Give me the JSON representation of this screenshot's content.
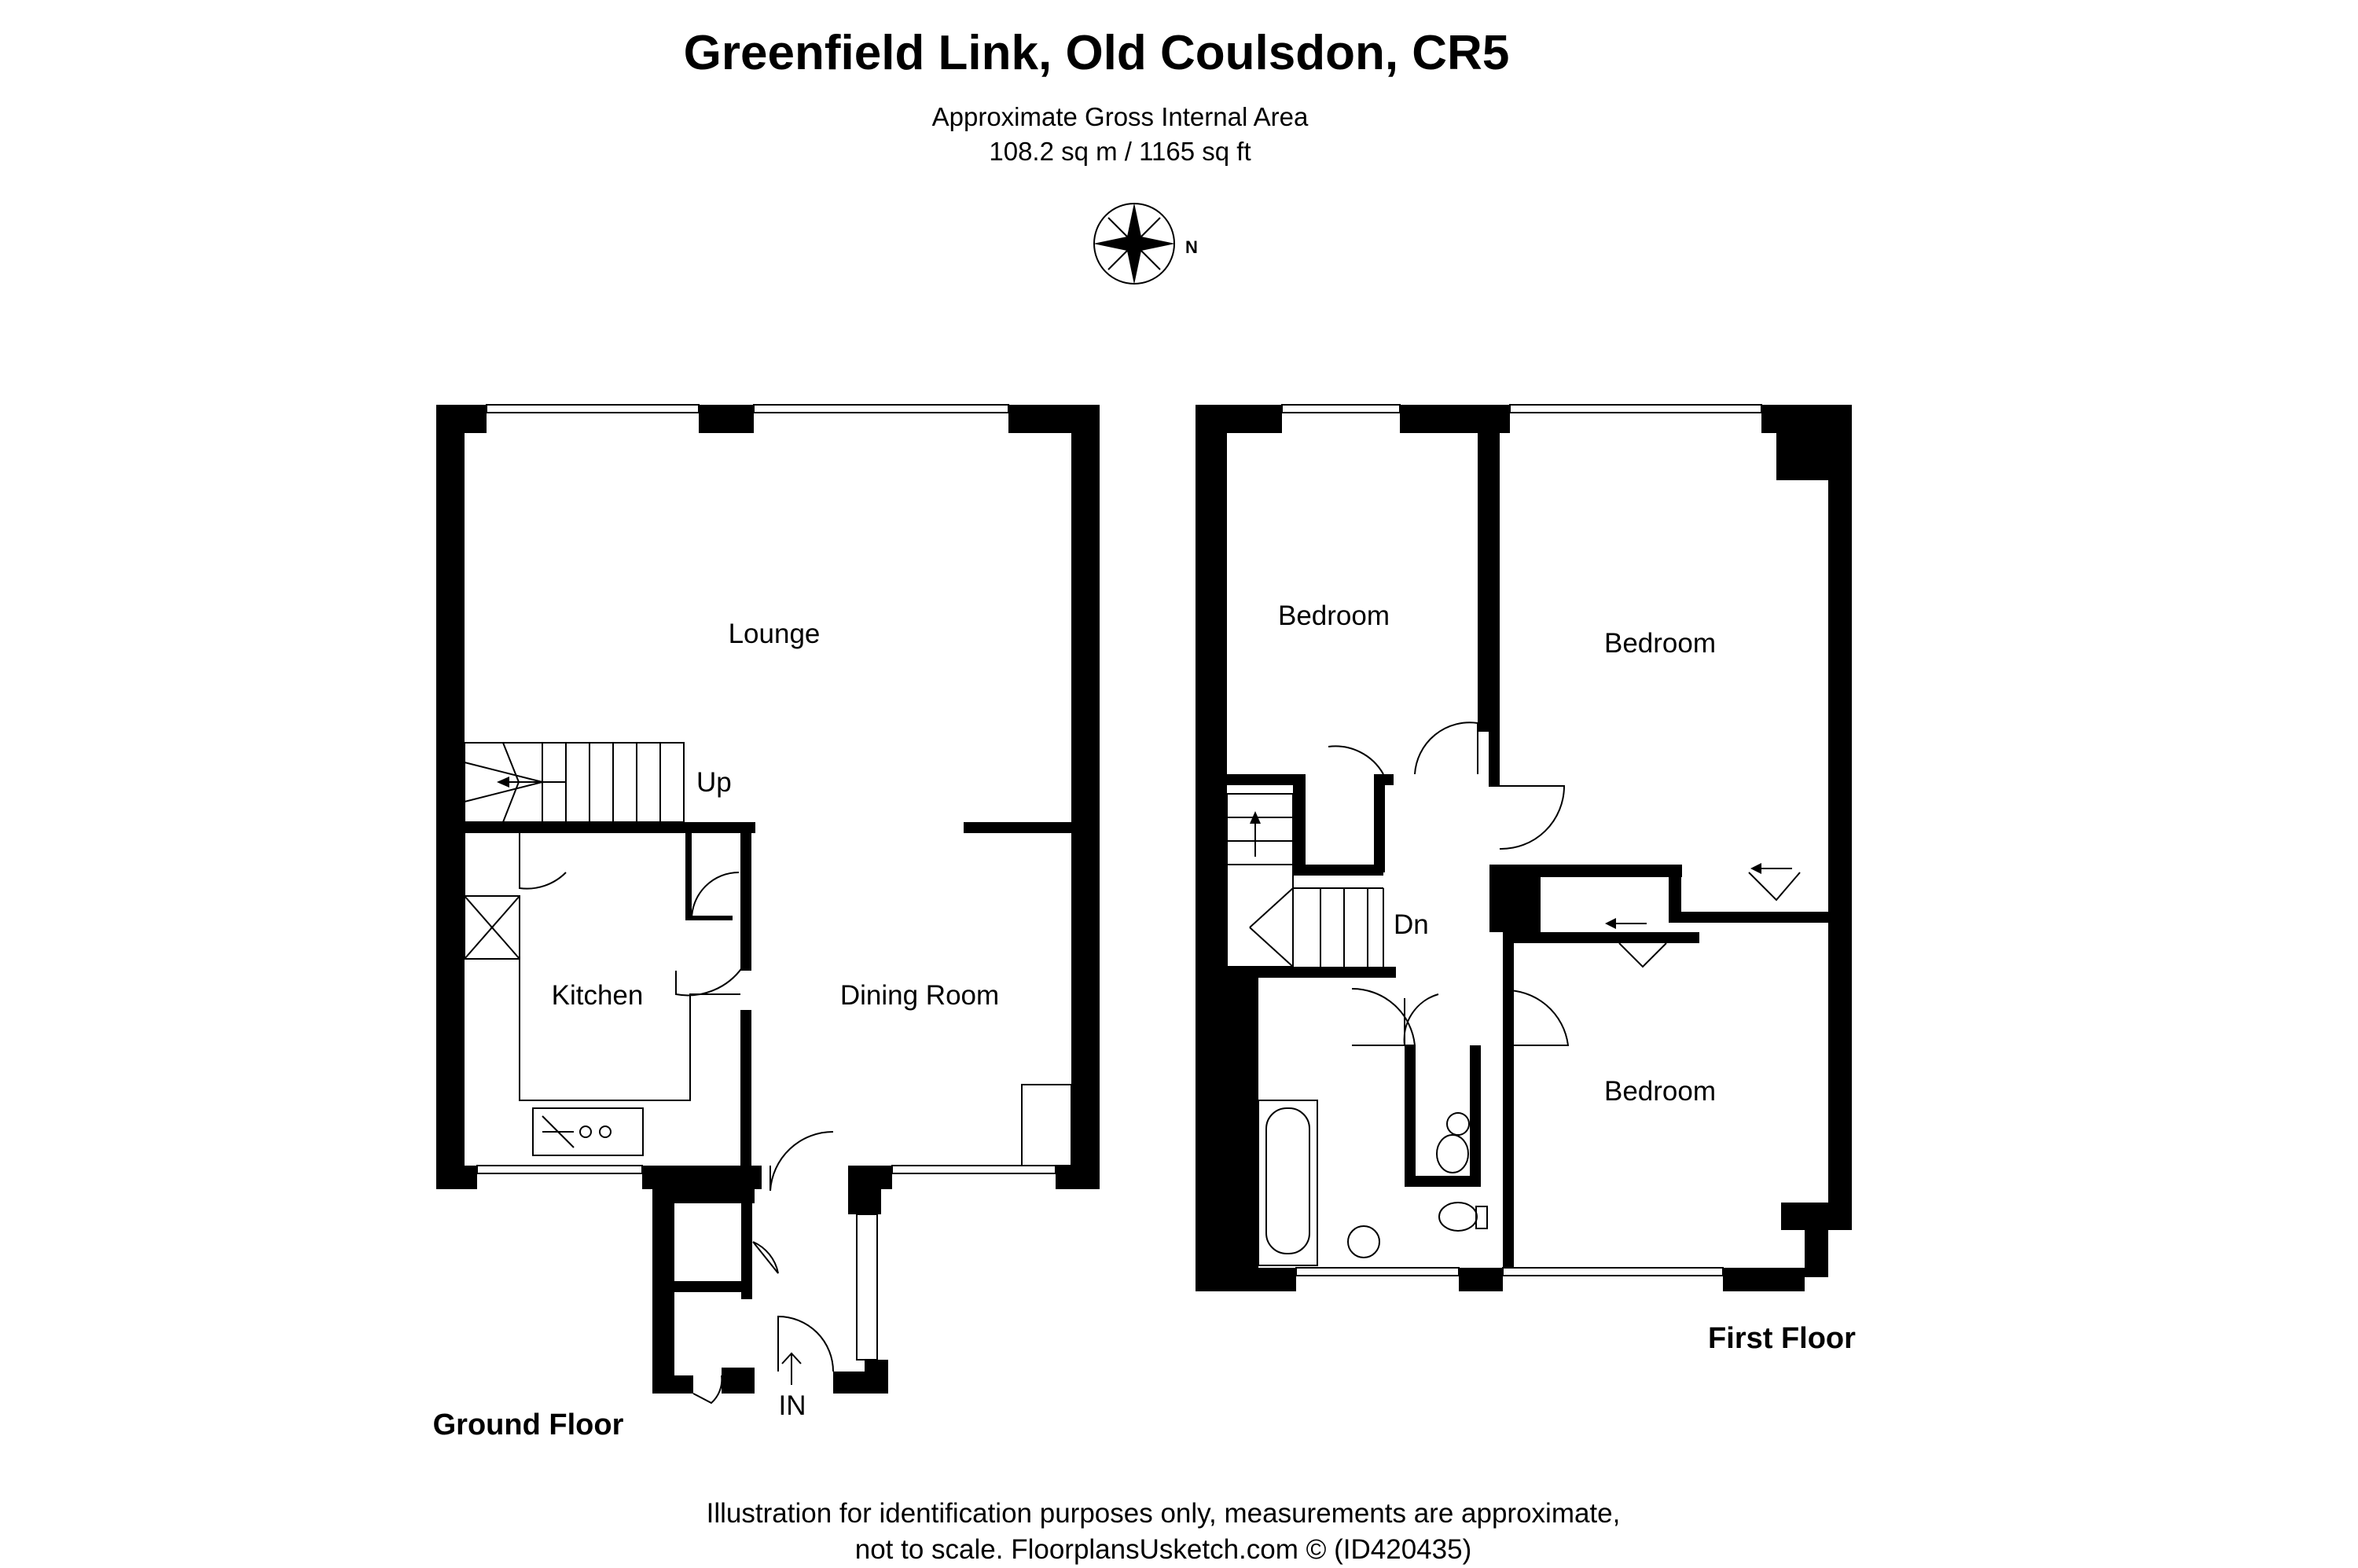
{
  "header": {
    "title": "Greenfield Link, Old Coulsdon, CR5",
    "area_label": "Approximate Gross Internal Area",
    "area_value": "108.2 sq m / 1165 sq ft"
  },
  "compass": {
    "label": "N",
    "icon": "compass-rose-icon"
  },
  "ground_floor": {
    "label": "Ground Floor",
    "rooms": {
      "lounge": "Lounge",
      "kitchen": "Kitchen",
      "dining": "Dining Room"
    },
    "stairs_label": "Up",
    "entrance_label": "IN"
  },
  "first_floor": {
    "label": "First Floor",
    "rooms": {
      "bedroom_1": "Bedroom",
      "bedroom_2": "Bedroom",
      "bedroom_3": "Bedroom"
    },
    "stairs_label": "Dn"
  },
  "footer": {
    "line1": "Illustration for identification purposes only, measurements are approximate,",
    "line2": "not to scale. FloorplansUsketch.com © (ID420435)"
  }
}
